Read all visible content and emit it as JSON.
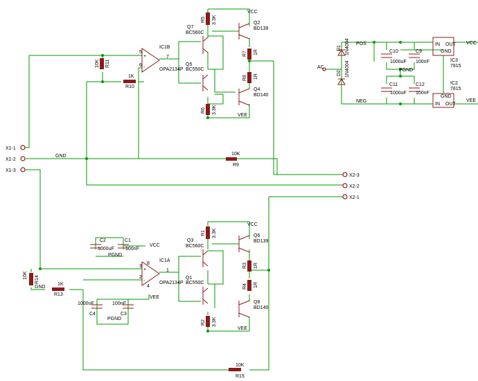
{
  "labels": {
    "vcc": "VCC",
    "vee": "VEE",
    "gnd": "GND",
    "pgnd": "PGND",
    "pos": "POS",
    "neg": "NEG",
    "gnd_pin": "GND",
    "in_pin": "IN",
    "out_pin": "OUT",
    "ac": "AC"
  },
  "connectors": {
    "x1_1": "X1-1",
    "x1_2": "X1-2",
    "x1_3": "X1-3",
    "x2_1": "X2-1",
    "x2_2": "X2-2",
    "x2_3": "X2-3"
  },
  "opamps": {
    "ic1b_name": "IC1B",
    "ic1b_value": "OPA2134P",
    "ic1a_name": "IC1A",
    "ic1a_value": "OPA2134P",
    "pin_plus": "+",
    "pin_minus": "-",
    "pin_5": "5",
    "pin_6": "6",
    "pin_7": "7",
    "pin_1": "1",
    "pin_2": "2",
    "pin_3": "3",
    "pin_4": "4",
    "pin_8": "8"
  },
  "transistors": {
    "q7_name": "Q7",
    "q7_value": "BC560C",
    "q5_name": "Q5",
    "q5_value": "BC550C",
    "q2_name": "Q2",
    "q2_value": "BD139",
    "q4_name": "Q4",
    "q4_value": "BD140",
    "q3_name": "Q3",
    "q3_value": "BC560C",
    "q1_name": "Q1",
    "q1_value": "BC550C",
    "q6_name": "Q6",
    "q6_value": "BD139",
    "q8_name": "Q8",
    "q8_value": "BD140"
  },
  "resistors": {
    "r11_name": "R11",
    "r11_value": "10K",
    "r10_name": "R10",
    "r10_value": "1K",
    "r9_name": "R9",
    "r9_value": "10K",
    "r5_name": "R5",
    "r5_value": "3.3K",
    "r7_name": "R7",
    "r7_value": "1R",
    "r8_name": "R8",
    "r8_value": "1R",
    "r6_name": "R6",
    "r6_value": "3.3K",
    "r14_name": "R14",
    "r14_value": "10K",
    "r13_name": "R13",
    "r13_value": "1K",
    "r15_name": "R15",
    "r15_value": "10K",
    "r1_name": "R1",
    "r1_value": "3.3K",
    "r3_name": "R3",
    "r3_value": "1R",
    "r4_name": "R4",
    "r4_value": "1R",
    "r2_name": "R2",
    "r2_value": "3.3K"
  },
  "capacitors": {
    "c10_name": "C10",
    "c10_value": "1000uF",
    "c9_name": "C9",
    "c9_value": "100nF",
    "c11_name": "C11",
    "c11_value": "1000uF",
    "c12_name": "C12",
    "c12_value": "100nF",
    "c2_name": "C2",
    "c2_value": "1000uF",
    "c1_name": "C1",
    "c1_value": "100nF",
    "c4_name": "C4",
    "c4_value": "1000uF",
    "c3_name": "C3",
    "c3_value": "100nF"
  },
  "supply": {
    "d1_name": "D1",
    "d2_name": "D2",
    "diode_value": "1N4004",
    "ic3_name": "IC3",
    "ic3_value": "7815",
    "ic2_name": "IC2",
    "ic2_value": "7815"
  }
}
